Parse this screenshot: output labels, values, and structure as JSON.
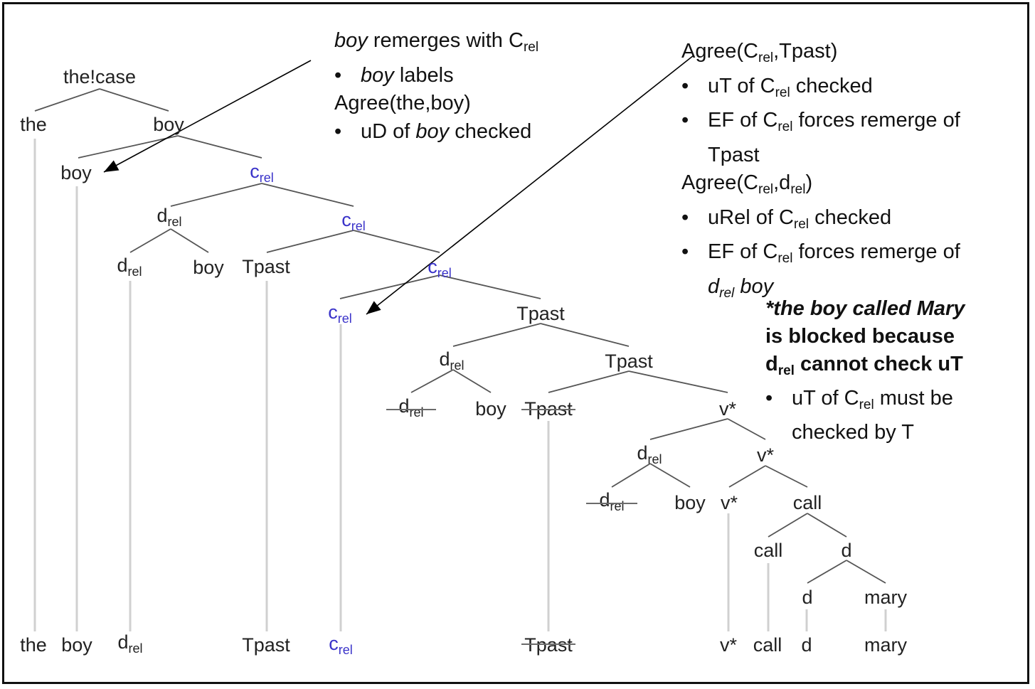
{
  "diagram": {
    "type": "syntax-tree",
    "colors": {
      "node_text": "#222222",
      "c_rel_text": "#3a33c9",
      "branch": "#555555",
      "trace": "#d0d0d0",
      "arrow": "#000000",
      "frame": "#111111"
    },
    "nodes": {
      "root": "the!case",
      "the": "the",
      "boy_phrase": "boy",
      "boy_remerged": "boy",
      "c_rel_1": "c",
      "d_rel_1": "d",
      "c_rel_2": "c",
      "d_rel_1a": "d",
      "boy_1": "boy",
      "tpast_1": "Tpast",
      "c_rel_3": "c",
      "c_rel_head": "c",
      "tpast_2": "Tpast",
      "d_rel_2": "d",
      "tpast_3": "Tpast",
      "d_rel_2a": "d",
      "boy_2": "boy",
      "tpast_4": "Tpast",
      "vstar_1": "v*",
      "d_rel_3": "d",
      "vstar_2": "v*",
      "d_rel_3a": "d",
      "boy_3": "boy",
      "vstar_head": "v*",
      "call_1": "call",
      "call_head": "call",
      "d_1": "d",
      "d_head": "d",
      "mary": "mary"
    },
    "subscript": "rel",
    "leaves": [
      "the",
      "boy",
      "d",
      "Tpast",
      "c",
      "Tpast",
      "v*",
      "call",
      "d",
      "mary"
    ],
    "leaf_subscripts": [
      "",
      "",
      "rel",
      "",
      "rel",
      "",
      "",
      "",
      "",
      ""
    ]
  },
  "notes": {
    "note1": {
      "line1_italic": "boy",
      "line1_rest": " remerges with C",
      "line1_sub": "rel",
      "line2_italic": "boy",
      "line2_rest": " labels",
      "line3": "Agree(the,boy)",
      "line4_a": "uD of ",
      "line4_italic": "boy",
      "line4_b": " checked",
      "bullet": "•"
    },
    "note2": {
      "h1_a": "Agree(C",
      "h1_sub": "rel",
      "h1_b": ",Tpast)",
      "b1_a": "uT of C",
      "b1_sub": "rel",
      "b1_b": " checked",
      "b2_a": "EF of C",
      "b2_sub": "rel",
      "b2_b": " forces remerge of",
      "b2_c": "Tpast",
      "h2_a": "Agree(C",
      "h2_sub": "rel",
      "h2_b": ",d",
      "h2_sub2": "rel",
      "h2_c": ")",
      "b3_a": "uRel of C",
      "b3_sub": "rel",
      "b3_b": " checked",
      "b4_a": "EF of C",
      "b4_sub": "rel",
      "b4_b": " forces remerge of",
      "b4_c_italic": "d",
      "b4_c_sub": "rel",
      "b4_c_rest": " boy",
      "bullet": "•"
    },
    "note3": {
      "l1": "*the boy called Mary",
      "l2": "is blocked because",
      "l3_a": "d",
      "l3_sub": "rel",
      "l3_b": " cannot check uT",
      "b1_a": "uT of C",
      "b1_sub": "rel",
      "b1_b": " must be",
      "b1_c": "checked by T",
      "bullet": "•"
    }
  }
}
